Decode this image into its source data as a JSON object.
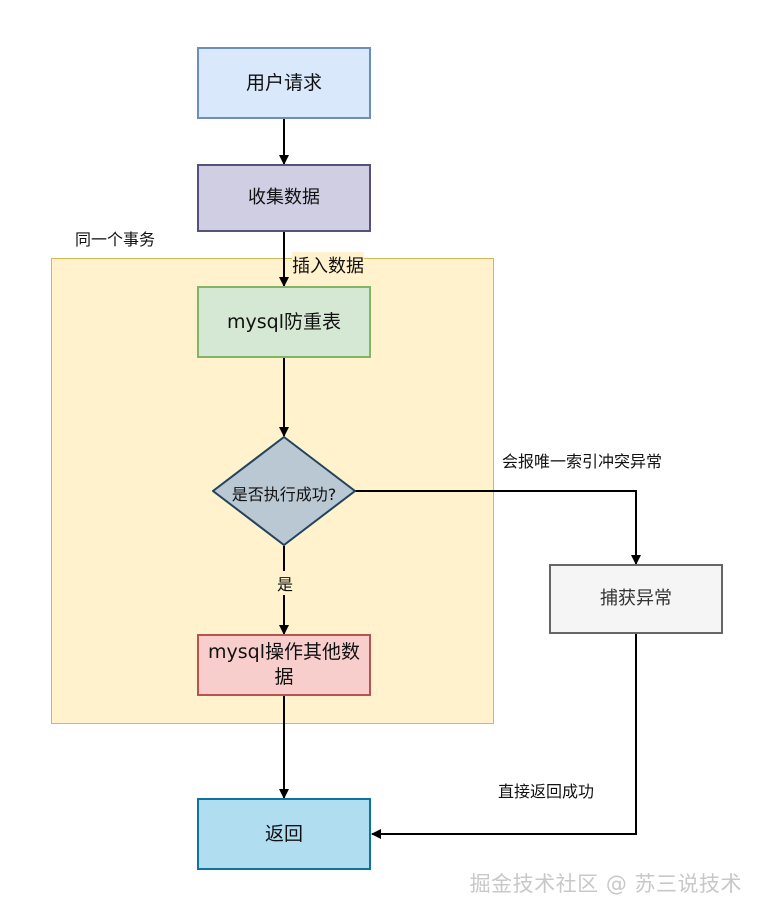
{
  "diagram": {
    "group_label": "同一个事务",
    "nodes": {
      "user_request": "用户请求",
      "collect_data": "收集数据",
      "mysql_dedup_table": "mysql防重表",
      "decision": "是否执行成功?",
      "mysql_other_data": "mysql操作其他数",
      "mysql_other_data_2": "据",
      "catch_exception": "捕获异常",
      "return": "返回"
    },
    "edges": {
      "insert_data": "插入数据",
      "yes": "是",
      "unique_index_conflict": "会报唯一索引冲突异常",
      "return_success": "直接返回成功"
    },
    "colors": {
      "transaction_fill": "#fff2cc",
      "transaction_border": "#d6b656",
      "user_request_fill": "#dae8fc",
      "user_request_border": "#6c8ebf",
      "collect_fill": "#d0cee2",
      "collect_border": "#56517e",
      "dedup_fill": "#d5e8d4",
      "dedup_border": "#82b366",
      "decision_fill": "#bac8d3",
      "decision_border": "#23445d",
      "other_fill": "#f8cecc",
      "other_border": "#b85450",
      "catch_fill": "#f5f5f5",
      "catch_border": "#666666",
      "return_fill": "#b1ddf0",
      "return_border": "#10739e"
    }
  },
  "watermark": "掘金技术社区 @ 苏三说技术"
}
